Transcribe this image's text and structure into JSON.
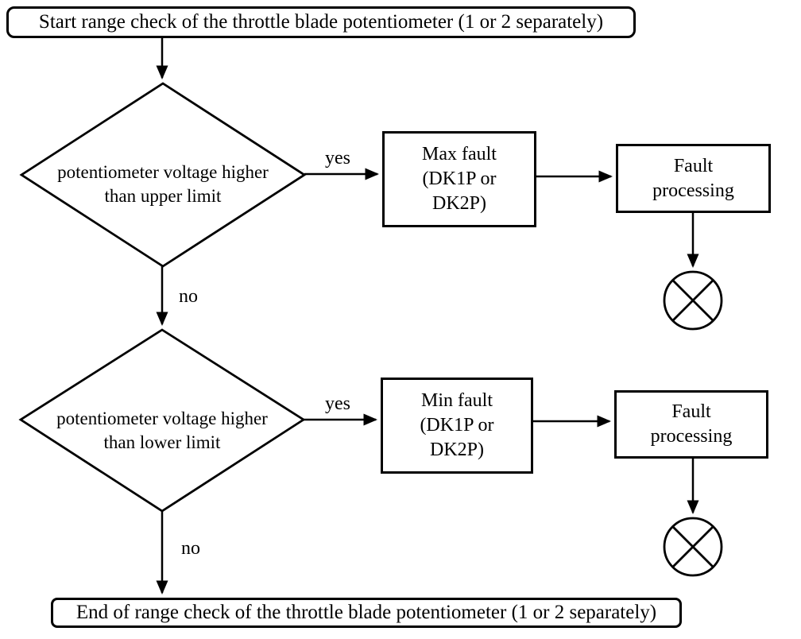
{
  "diagram": {
    "type": "flowchart",
    "colors": {
      "stroke": "#000000",
      "background": "#ffffff",
      "text": "#000000"
    },
    "nodes": {
      "start": {
        "label": "Start range check of the throttle blade potentiometer (1 or 2 separately)"
      },
      "decision_upper": {
        "line1": "potentiometer voltage higher",
        "line2": "than upper limit"
      },
      "max_fault": {
        "line1": "Max fault",
        "line2": "(DK1P or",
        "line3": "DK2P)"
      },
      "fault_processing_upper": {
        "line1": "Fault",
        "line2": "processing"
      },
      "terminator_upper": {
        "symbol": "crossed-circle"
      },
      "decision_lower": {
        "line1": "potentiometer voltage higher",
        "line2": "than lower limit"
      },
      "min_fault": {
        "line1": "Min fault",
        "line2": "(DK1P or",
        "line3": "DK2P)"
      },
      "fault_processing_lower": {
        "line1": "Fault",
        "line2": "processing"
      },
      "terminator_lower": {
        "symbol": "crossed-circle"
      },
      "end": {
        "label": "End of range check of the throttle blade potentiometer (1 or 2 separately)"
      }
    },
    "edges": {
      "upper_yes": "yes",
      "upper_no": "no",
      "lower_yes": "yes",
      "lower_no": "no"
    }
  }
}
